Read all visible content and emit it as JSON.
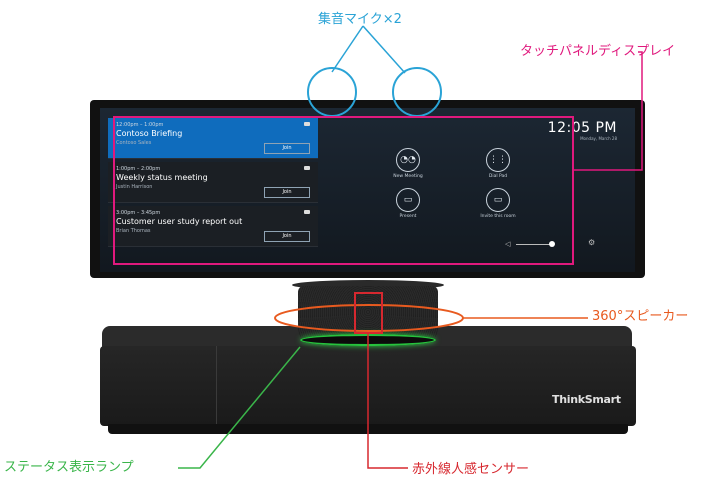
{
  "callouts": {
    "mics": "集音マイク×2",
    "touch_panel": "タッチパネルディスプレイ",
    "speaker": "360°スピーカー",
    "status_lamp": "ステータス表示ランプ",
    "ir_sensor": "赤外線人感センサー"
  },
  "colors": {
    "mics": "#2aa3d6",
    "touch_panel": "#e0197d",
    "speaker": "#e85a1f",
    "status_lamp": "#3ab54a",
    "ir_sensor": "#d7282f"
  },
  "screen": {
    "meetings": [
      {
        "time": "12:00pm – 1:00pm",
        "title": "Contoso Briefing",
        "organizer": "Contoso Sales",
        "join": "Join"
      },
      {
        "time": "1:00pm – 2:00pm",
        "title": "Weekly status meeting",
        "organizer": "Justin Harrison",
        "join": "Join"
      },
      {
        "time": "3:00pm – 3:45pm",
        "title": "Customer user study report out",
        "organizer": "Brian Thomas",
        "join": "Join"
      }
    ],
    "clock": "12:05 PM",
    "date": "Monday, March 28",
    "tiles": [
      {
        "label": "New Meeting",
        "icon": "people-icon",
        "glyph": "◔◔"
      },
      {
        "label": "Dial Pad",
        "icon": "dialpad-icon",
        "glyph": "⋮⋮"
      },
      {
        "label": "Present",
        "icon": "present-icon",
        "glyph": "▭"
      },
      {
        "label": "Invite this room",
        "icon": "invite-icon",
        "glyph": "▭"
      }
    ]
  },
  "device": {
    "brand": "ThinkSmart"
  }
}
